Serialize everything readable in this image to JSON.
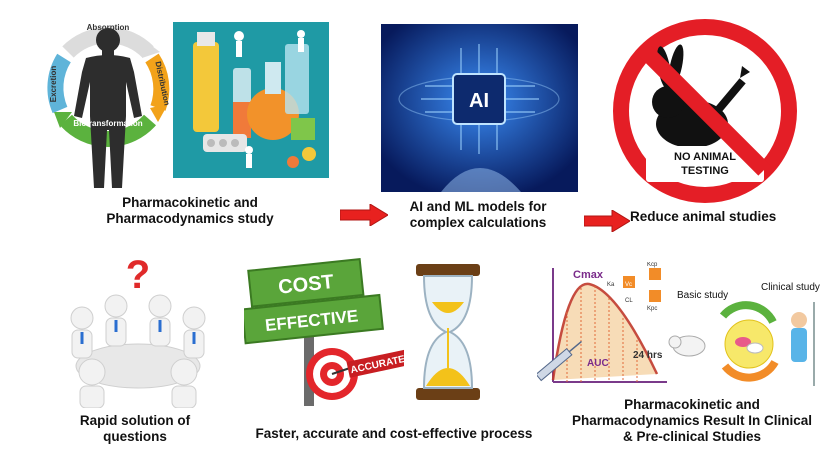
{
  "cycle_labels": {
    "absorption": "Absorption",
    "distribution": "Distribution",
    "biotransformation": "Biotransformation",
    "excretion": "Excretion"
  },
  "ai_chip_label": "AI",
  "no_animal_sign": {
    "line1": "NO ANIMAL",
    "line2": "TESTING"
  },
  "signpost": {
    "cost": "COST",
    "effective": "EFFECTIVE",
    "accurate": "ACCURATE"
  },
  "pk_graph": {
    "cmax": "Cmax",
    "auc": "AUC",
    "duration": "24 hrs",
    "ka": "Ka",
    "kcp": "Kcp",
    "kpc": "Kpc",
    "vc": "Vc",
    "cl": "CL"
  },
  "study_labels": {
    "basic": "Basic study",
    "clinical": "Clinical study"
  },
  "captions": {
    "pk_study_line1": "Pharmacokinetic and",
    "pk_study_line2": "Pharmacodynamics study",
    "ai_line1": "AI and ML models for",
    "ai_line2": "complex calculations",
    "reduce": "Reduce animal studies",
    "rapid_line1": "Rapid solution of",
    "rapid_line2": "questions",
    "faster": "Faster, accurate and cost-effective process",
    "result_line1": "Pharmacokinetic and",
    "result_line2": "Pharmacodynamics Result In Clinical",
    "result_line3": "& Pre-clinical Studies"
  },
  "colors": {
    "arrow_red": "#e8211f",
    "sign_red": "#e41e26",
    "lab_teal": "#1f9aa5",
    "ai_blue": "#0b2a7a",
    "sign_green": "#5aa53a"
  }
}
